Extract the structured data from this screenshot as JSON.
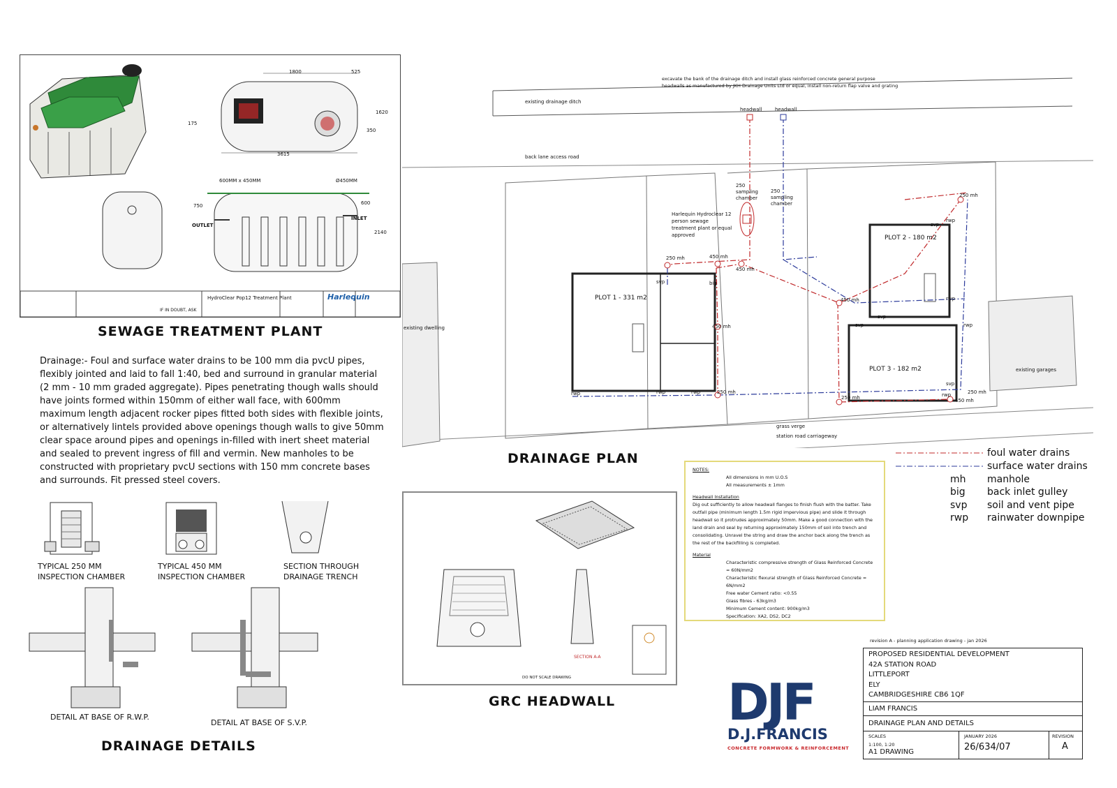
{
  "sewage_panel": {
    "heading": "SEWAGE TREATMENT PLANT",
    "dims": {
      "d1800": "1800",
      "d525": "525",
      "d1620": "1620",
      "d175": "175",
      "d350": "350",
      "d3615": "3615",
      "manhole": "600MM x 450MM",
      "dia": "Ø450MM",
      "d750": "750",
      "d600": "600",
      "d2140": "2140"
    },
    "outlet": "OUTLET",
    "inlet": "INLET",
    "title_block": {
      "product": "HydroClear Pop12 Treatment Plant",
      "brand": "Harlequin",
      "note": "IF IN DOUBT, ASK"
    }
  },
  "drainage_notes": "Drainage:- Foul and surface water drains to be 100 mm dia pvcU pipes, flexibly jointed and laid to fall 1:40, bed and surround in granular material (2 mm - 10 mm graded aggregate).  Pipes penetrating though walls should have joints formed within 150mm of either wall face, with 600mm maximum length adjacent rocker pipes fitted both sides with flexible joints, or alternatively lintels provided above openings though walls to give 50mm clear space around pipes and openings in-filled with inert sheet material and sealed to prevent ingress of fill and vermin. New manholes to be constructed with proprietary pvcU sections with 150 mm concrete bases and surrounds. Fit pressed steel covers.",
  "details": {
    "cap1a": "TYPICAL 250 MM",
    "cap1b": "INSPECTION CHAMBER",
    "cap2a": "TYPICAL 450 MM",
    "cap2b": "INSPECTION CHAMBER",
    "cap3a": "SECTION THROUGH",
    "cap3b": "DRAINAGE TRENCH",
    "cap4": "DETAIL AT BASE OF R.W.P.",
    "cap5": "DETAIL AT BASE OF S.V.P.",
    "heading": "DRAINAGE DETAILS"
  },
  "plan": {
    "heading": "DRAINAGE PLAN",
    "excavate_note": "excavate the bank of the drainage ditch and install glass reinforced concrete general purpose headwalls as manufactured by JKH Drainage Units Ltd or equal, install non-return flap valve and grating",
    "ditch": "existing drainage ditch",
    "headwall1": "headwall",
    "headwall2": "headwall",
    "back_lane": "back lane access road",
    "sampling1": "250 sampling chamber",
    "sampling2": "250 sampling chamber",
    "treatment": "Harlequin Hydroclear 12 person sewage treatment plant or equal approved",
    "plot1": "PLOT 1 - 331  m2",
    "plot2": "PLOT 2 - 180 m2",
    "plot3": "PLOT 3 - 182 m2",
    "existing_dwelling": "existing dwelling",
    "existing_garages": "existing garages",
    "grass_verge": "grass verge",
    "station_road": "station road carriageway",
    "mh250": "250 mh",
    "mh450": "450 mh",
    "svp": "svp",
    "rwp": "rwp",
    "big": "big"
  },
  "legend": [
    {
      "key": "",
      "label": "foul water drains",
      "line": "foul"
    },
    {
      "key": "",
      "label": "surface water drains",
      "line": "surface"
    },
    {
      "key": "mh",
      "label": "manhole"
    },
    {
      "key": "big",
      "label": "back inlet gulley"
    },
    {
      "key": "svp",
      "label": "soil and vent pipe"
    },
    {
      "key": "rwp",
      "label": "rainwater downpipe"
    }
  ],
  "headwall_notes": {
    "notes_title": "NOTES:",
    "n1": "All dimensions in mm U.O.S",
    "n2": "All measurements ± 1mm",
    "install_title": "Headwall Installation",
    "install_text": "Dig out sufficiently to allow headwall flanges to finish flush with the batter. Take outfall pipe (minimum length 1.5m rigid impervious pipe) and slide it through headwall so it protrudes approximately 50mm. Make a good connection with the land drain and seal by returning approximately 150mm of soil into trench and consolidating. Unravel the string and draw the anchor back along the trench as the rest of the backfilling is completed.",
    "material_title": "Material",
    "m1": "Characteristic compressive strength of Glass Reinforced Concrete = 60N/mm2",
    "m2": "Characteristic flexural strength of Glass Reinforced Concrete = 6N/mm2",
    "m3": "Free water Cement ratio: <0.55",
    "m4": "Glass fibres - 63kg/m3",
    "m5": "Minimum Cement content: 900kg/m3",
    "m6": "Specification: XA2, DS2, DC2"
  },
  "headwall_panel": {
    "heading": "GRC HEADWALL",
    "section": "SECTION A-A",
    "scale_note": "DO NOT SCALE DRAWING"
  },
  "logo": {
    "letters": "DJF",
    "name": "D.J.FRANCIS",
    "tagline": "CONCRETE FORMWORK & REINFORCEMENT"
  },
  "title_block": {
    "revision_note": "revision A - planning application drawing - jan 2026",
    "address": [
      "PROPOSED RESIDENTIAL DEVELOPMENT",
      "42A STATION ROAD",
      "LITTLEPORT",
      "ELY",
      "CAMBRIDGESHIRE CB6 1QF"
    ],
    "client": "LIAM FRANCIS",
    "drawing_title": "DRAINAGE PLAN AND DETAILS",
    "scales_label": "SCALES",
    "scales": "1:100, 1:20",
    "sheet": "A1 DRAWING",
    "date": "JANUARY 2026",
    "number": "26/634/07",
    "revision_label": "REVISION",
    "revision": "A"
  },
  "colors": {
    "foul": "#c0282a",
    "surface": "#2b3a9a",
    "logo_blue": "#1e3a6e",
    "logo_red": "#c8262a",
    "notes_border": "#e4d97a",
    "tank_green": "#2f8a3a"
  }
}
